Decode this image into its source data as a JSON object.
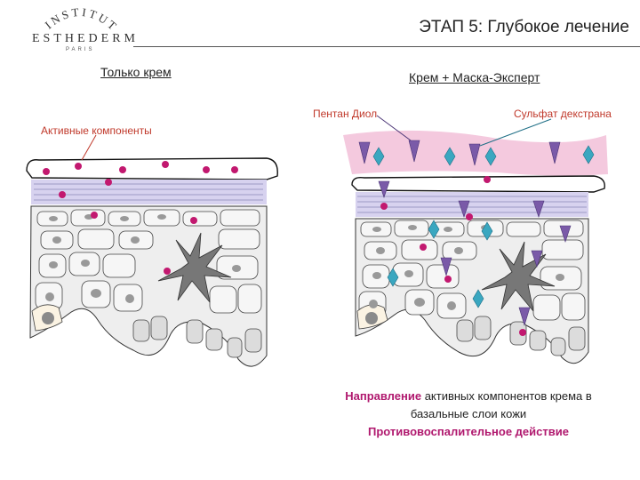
{
  "logo": {
    "arc_text": "INSTITUT",
    "main_text": "ESTHEDERM",
    "sub_text": "PARIS"
  },
  "header": {
    "title": "ЭТАП 5: Глубокое лечение"
  },
  "columns": {
    "left_title": "Только крем",
    "right_title": "Крем + Маска-Эксперт"
  },
  "labels": {
    "pentan": "Пентан Диол",
    "sulfat": "Сульфат декстрана",
    "active": "Активные компоненты"
  },
  "caption": {
    "line1_em": "Направление",
    "line1_rest": " активных компонентов крема в",
    "line2": "базальные слои кожи",
    "line3": "Противовоспалительное действие"
  },
  "colors": {
    "accent_red": "#c0392b",
    "accent_magenta": "#b0186e",
    "dot_pink": "#c2186f",
    "mask_pink": "#f4c9de",
    "layer_lavender": "#d7d2ef",
    "triangle_purple": "#7a5aa8",
    "diamond_teal": "#3aa7c0",
    "cell_gray": "#e8e8e8",
    "melanocyte_gray": "#777777"
  }
}
